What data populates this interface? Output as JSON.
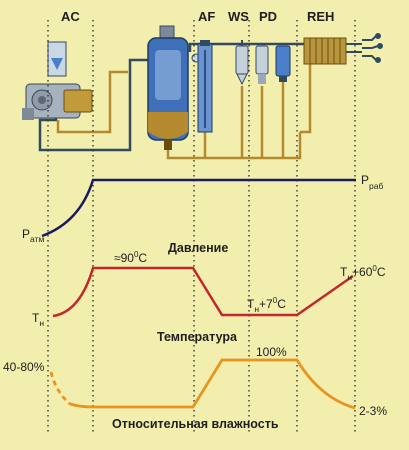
{
  "stages": {
    "ac": "AC",
    "af": "AF",
    "ws": "WS",
    "pd": "PD",
    "reh": "REH"
  },
  "pressure": {
    "title": "Давление",
    "p_atm": {
      "main": "P",
      "sub": "атм"
    },
    "p_work": {
      "main": "P",
      "sub": "раб"
    }
  },
  "temperature": {
    "title": "Температура",
    "peak": {
      "pre": "≈90",
      "sup": "0",
      "post": "C"
    },
    "t_in": {
      "main": "T",
      "sub": "н"
    },
    "t_mid": {
      "main": "T",
      "sub": "н",
      "pre": "+7",
      "sup": "0",
      "post": "C"
    },
    "t_out": {
      "main": "T",
      "sub": "н",
      "pre": "+60",
      "sup": "0",
      "post": "C"
    }
  },
  "humidity": {
    "title": "Относительная влажность",
    "start": "40-80%",
    "peak": "100%",
    "end": "2-3%"
  },
  "colors": {
    "background": "#f2eeae",
    "pressure_line": "#1b1a5e",
    "temperature_line": "#c2272d",
    "humidity_line": "#e8951f",
    "pipe": "#324a60",
    "condensate": "#b58a2e",
    "receiver": "#3e6fb8",
    "accent_blue": "#4b7fc8"
  }
}
